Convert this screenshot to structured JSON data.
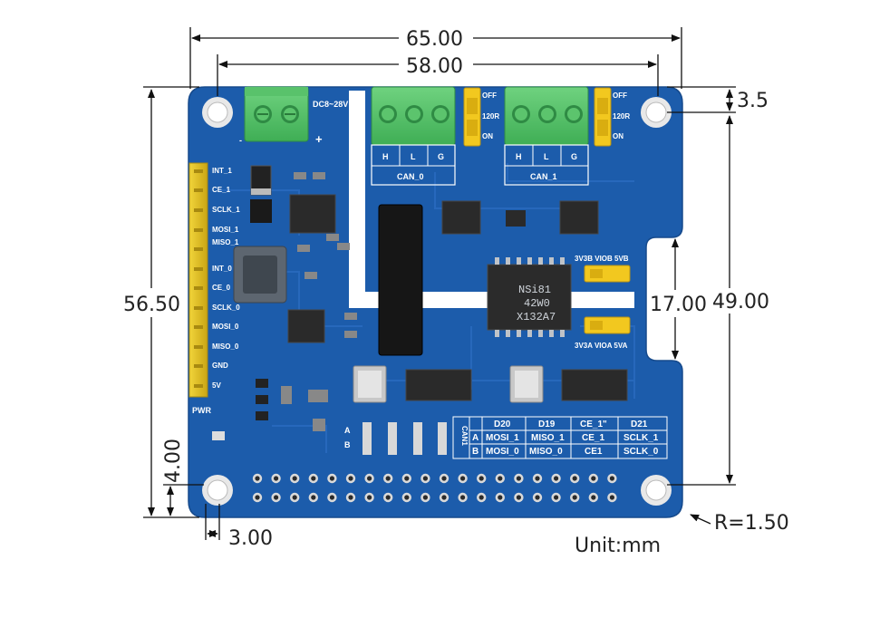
{
  "dimensions": {
    "overall_width": "65.00",
    "hole_spacing_width": "58.00",
    "overall_height": "56.50",
    "hole_spacing_height": "49.00",
    "top_hole_offset": "3.5",
    "notch_height": "17.00",
    "bottom_hole_offset": "4.00",
    "left_hole_offset": "3.00",
    "corner_radius": "R=1.50",
    "unit": "Unit:mm"
  },
  "board": {
    "color": "#1f5fae",
    "power_label": "DC8~28V",
    "minus": "-",
    "plus": "+",
    "term_switch": {
      "off": "OFF",
      "mid": "120R",
      "on": "ON"
    },
    "can0": {
      "name": "CAN_0",
      "pins": [
        "H",
        "L",
        "G"
      ]
    },
    "can1": {
      "name": "CAN_1",
      "pins": [
        "H",
        "L",
        "G"
      ]
    },
    "left_pins": [
      "INT_1",
      "CE_1",
      "SCLK_1",
      "MOSI_1",
      "MISO_1",
      "INT_0",
      "CE_0",
      "SCLK_0",
      "MOSI_0",
      "MISO_0",
      "GND",
      "5V"
    ],
    "pwr_label": "PWR",
    "vio_b": "3V3B VIOB 5VB",
    "vio_a": "3V3A VIOA 5VA",
    "ic_main": [
      "NSi81",
      "42W0",
      "X132A7"
    ],
    "ab_labels": {
      "a": "A",
      "b": "B"
    },
    "can1_vertical": "CAN1",
    "table": {
      "row_labels": [
        "A",
        "B"
      ],
      "headers": [
        "D20",
        "D19",
        "CE_1\"",
        "D21"
      ],
      "row_a": [
        "MOSI_1",
        "MISO_1",
        "CE_1",
        "SCLK_1"
      ],
      "row_b": [
        "MOSI_0",
        "MISO_0",
        "CE1",
        "SCLK_0"
      ]
    }
  }
}
